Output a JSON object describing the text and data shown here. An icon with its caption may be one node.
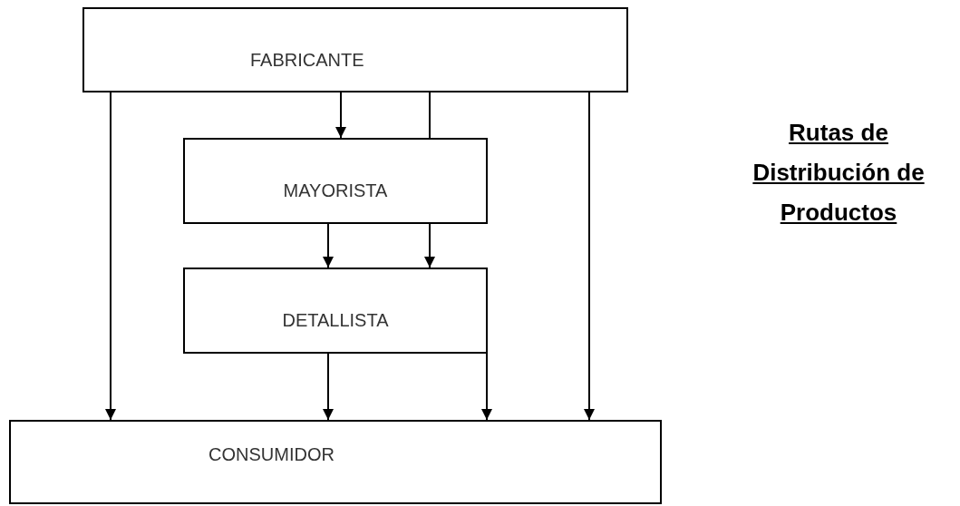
{
  "diagram": {
    "title": "Rutas de Distribución de Productos",
    "nodes": [
      {
        "text": [
          "FABRICANTE"
        ]
      },
      {
        "text": [
          "MAYORISTA"
        ]
      },
      {
        "text": [
          "DETALLISTA"
        ]
      },
      {
        "text": [
          "CONSUMIDOR"
        ]
      }
    ],
    "edges": [
      {
        "from": 0,
        "to": 3,
        "arrow": "to"
      },
      {
        "from": 0,
        "to": 1,
        "arrow": "to"
      },
      {
        "from": 0,
        "to": 1,
        "arrow": "none"
      },
      {
        "from": 1,
        "to": 2,
        "arrow": "to"
      },
      {
        "from": 1,
        "to": 2,
        "arrow": "to"
      },
      {
        "from": 2,
        "to": 3,
        "arrow": "to"
      },
      {
        "from": 2,
        "to": 3,
        "arrow": "to"
      },
      {
        "from": 0,
        "to": 3,
        "arrow": "to"
      }
    ]
  }
}
